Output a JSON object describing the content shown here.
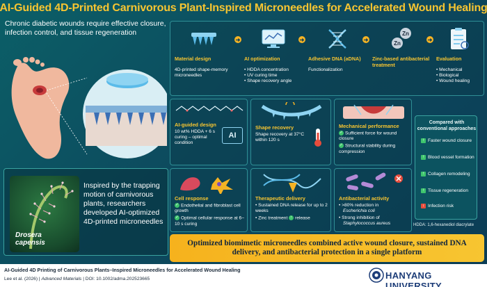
{
  "title": "AI-Guided 4D-Printed Carnivorous Plant-Inspired Microneedles for Accelerated Wound Healing",
  "intro": "Chronic diabetic wounds require effective closure, infection control, and tissue regeneration",
  "inspired": "Inspired by the trapping motion of carnivorous plants, researchers developed AI-optimized 4D-printed microneedles",
  "drosera": [
    "Drosera",
    "capensis"
  ],
  "flow": [
    {
      "title": "Material design",
      "body": [
        "4D-printed shape-memory microneedles"
      ],
      "bullets": false
    },
    {
      "title": "AI optimization",
      "body": [
        "HDDA concentration",
        "UV curing time",
        "Shape recovery angle"
      ],
      "bullets": true
    },
    {
      "title": "Adhesive DNA (aDNA)",
      "body": [
        "Functionalization"
      ],
      "bullets": false
    },
    {
      "title": "Zinc-based antibacterial treatment",
      "body": [],
      "bullets": false
    },
    {
      "title": "Evaluation",
      "body": [
        "Mechanical",
        "Biological",
        "Wound healing"
      ],
      "bullets": true
    }
  ],
  "arrow_glyph": "➜",
  "zn": "Zn",
  "ai_chip": "AI",
  "panels": {
    "ai_design": {
      "title": "AI-guided design",
      "text": "10 wt% HDDA + 6 s curing – optimal condition"
    },
    "shape": {
      "title": "Shape recovery",
      "text": "Shape recovery at 37°C within 120 s"
    },
    "mech": {
      "title": "Mechanical performance",
      "items": [
        "Sufficient force for wound closure",
        "Structural stability during compression"
      ]
    },
    "cell": {
      "title": "Cell response",
      "items": [
        "Endothelial and fibroblast cell growth",
        "Optimal cellular response at 6–10 s curing"
      ]
    },
    "thera": {
      "title": "Therapeutic delivery",
      "items": [
        "Sustained DNA release for up to 2 weeks",
        "Zinc treatment",
        "release"
      ]
    },
    "anti": {
      "title": "Antibacterial activity",
      "items": [
        ">80% reduction in",
        "Escherichia coli",
        "Strong inhibition of",
        "Staphylococcus aureus"
      ]
    }
  },
  "compare": {
    "title": "Compared with conventional approaches",
    "items": [
      "Faster wound closure",
      "Blood vessel formation",
      "Collagen remodeling",
      "Tissue regeneration",
      "Infection risk"
    ]
  },
  "hdda": "HDDA: 1,6-hexanediol diacrylate",
  "banner": "Optimized biomimetic microneedles combined active wound closure, sustained DNA delivery, and antibacterial protection in a single platform",
  "footer": {
    "line1": "AI-Guided 4D Printing of Carnivorous Plants–Inspired Microneedles for Accelerated Wound Healing",
    "author": "Lee et al. (2026)",
    "journal": "Advanced Materials",
    "doi": "DOI: 10.1002/adma.202523665",
    "sep": "|",
    "university": "HANYANG UNIVERSITY"
  },
  "colors": {
    "accent": "#f7c531",
    "bg": "#0d4a5e",
    "check": "#3ec46d"
  }
}
